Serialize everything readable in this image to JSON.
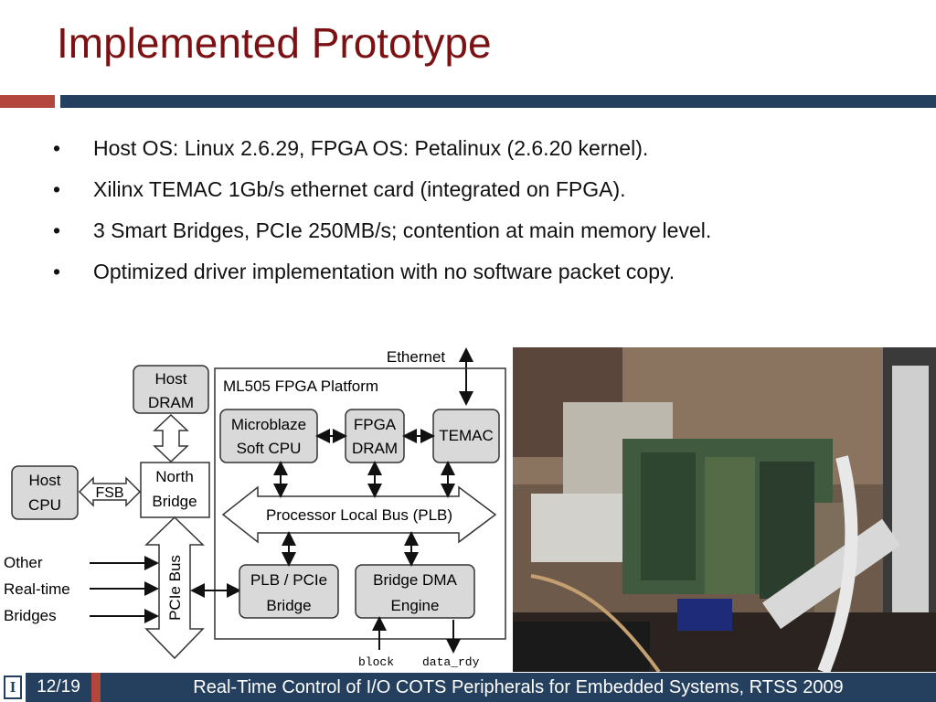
{
  "slide": {
    "title": "Implemented Prototype",
    "bullets": [
      "Host OS: Linux 2.6.29, FPGA OS: Petalinux (2.6.20 kernel).",
      "Xilinx TEMAC 1Gb/s ethernet card (integrated on FPGA).",
      "3 Smart Bridges, PCIe 250MB/s; contention at main memory level.",
      "Optimized driver implementation with no software packet copy."
    ],
    "bullet_glyph": "•"
  },
  "diagram": {
    "ethernet": "Ethernet",
    "platform": "ML505 FPGA Platform",
    "host_dram": [
      "Host",
      "DRAM"
    ],
    "microblaze": [
      "Microblaze",
      "Soft CPU"
    ],
    "fpga_dram": [
      "FPGA",
      "DRAM"
    ],
    "temac": "TEMAC",
    "host_cpu": [
      "Host",
      "CPU"
    ],
    "fsb": "FSB",
    "north_bridge": [
      "North",
      "Bridge"
    ],
    "plb": "Processor Local Bus (PLB)",
    "pcie_bus": "PCIe Bus",
    "other_bridges": [
      "Other",
      "Real-time",
      "Bridges"
    ],
    "plb_pcie": [
      "PLB / PCIe",
      "Bridge"
    ],
    "bridge_dma": [
      "Bridge DMA",
      "Engine"
    ],
    "block": "block",
    "data_rdy": "data_rdy"
  },
  "footer": {
    "logo_letter": "I",
    "page": "12/19",
    "title": "Real-Time Control of I/O COTS Peripherals for Embedded Systems, RTSS 2009"
  },
  "colors": {
    "title": "#7b1113",
    "accent_red": "#b3473d",
    "accent_blue": "#24405e",
    "box_fill": "#d9d9d9"
  }
}
